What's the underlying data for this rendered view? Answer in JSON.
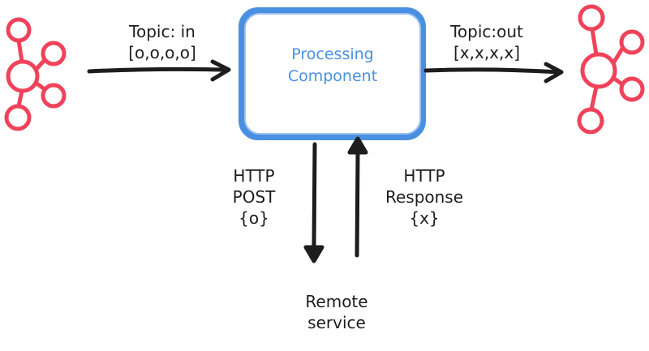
{
  "diagram": {
    "left_edge": {
      "line1": "Topic: in",
      "line2": "[o,o,o,o]"
    },
    "right_edge": {
      "line1": "Topic:out",
      "line2": "[x,x,x,x]"
    },
    "processor": {
      "line1": "Processing",
      "line2": "Component"
    },
    "down_edge": {
      "line1": "HTTP",
      "line2": "POST",
      "line3": "{o}"
    },
    "up_edge": {
      "line1": "HTTP",
      "line2": "Response",
      "line3": "{x}"
    },
    "remote": {
      "line1": "Remote",
      "line2": "service"
    },
    "colors": {
      "kafka": "#f0425a",
      "processor_border": "#4a90e2",
      "ink": "#1d1d1d"
    },
    "icons": [
      "kafka-logo-icon",
      "kafka-logo-icon"
    ]
  }
}
